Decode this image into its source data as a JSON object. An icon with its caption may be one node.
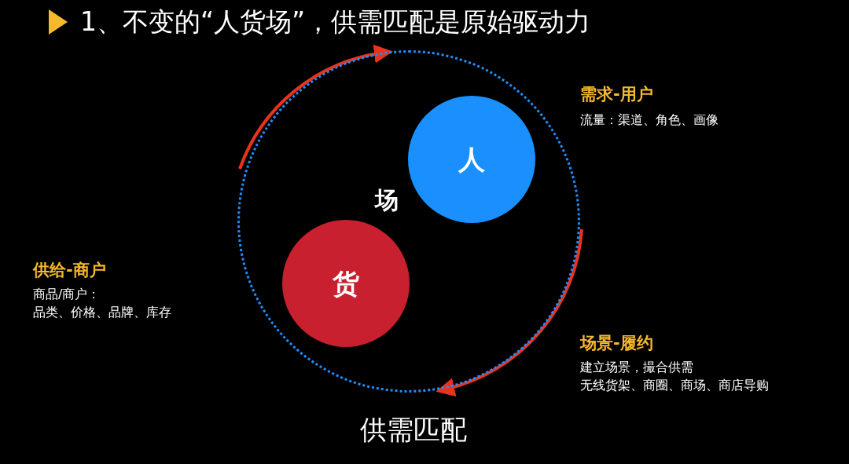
{
  "diagram": {
    "title": "1、不变的“人货场”，供需匹配是原始驱动力",
    "nodes": [
      {
        "text": [
          "场"
        ]
      },
      {
        "text": [
          "人"
        ],
        "in": 0
      },
      {
        "text": [
          "货"
        ],
        "in": 0
      }
    ],
    "labels": [
      "需求-用户",
      "流量：渠道、角色、画像",
      "供给-商户",
      "商品/商户：",
      "品类、价格、品牌、库存",
      "场景-履约",
      "建立场景，撮合供需",
      "无线货架、商圈、商场、商店导购",
      "供需匹配"
    ]
  }
}
